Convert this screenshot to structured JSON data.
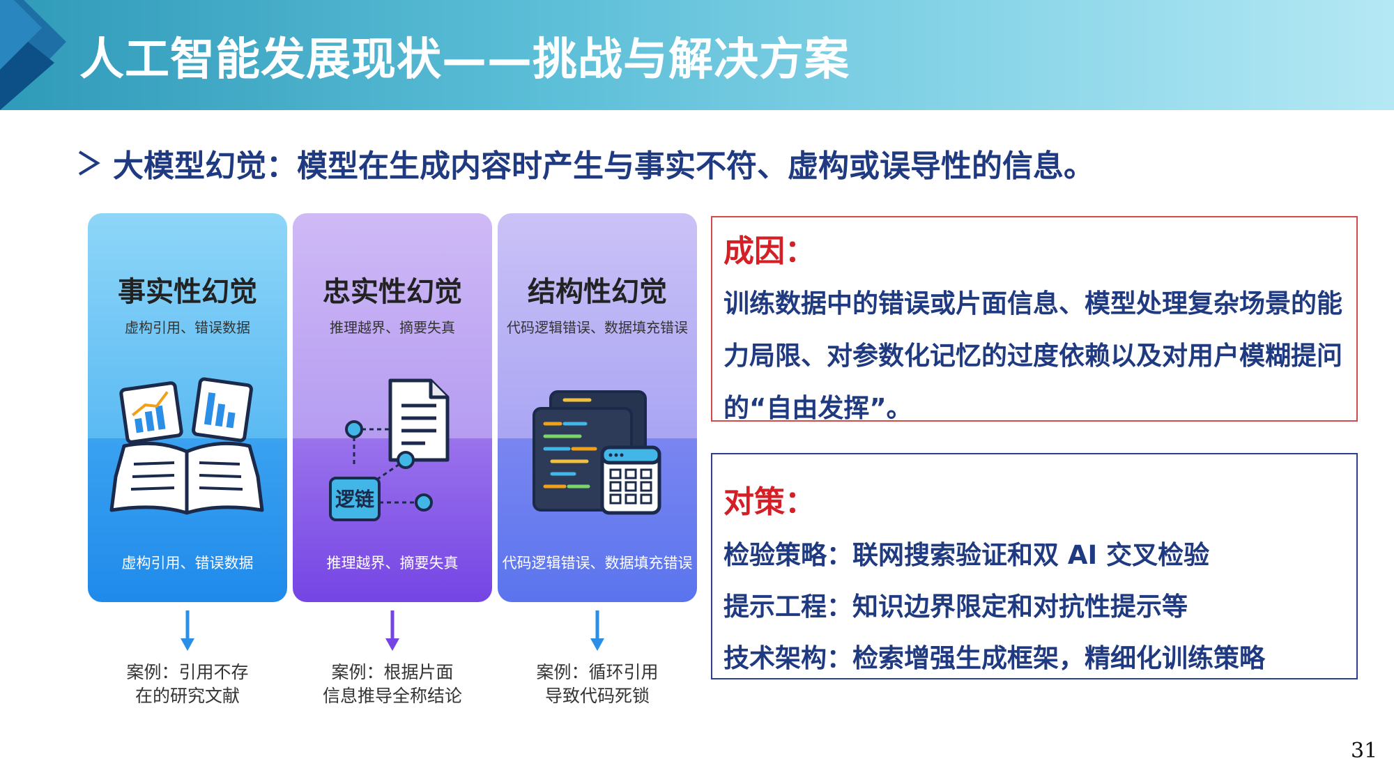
{
  "slide": {
    "title": "人工智能发展现状——挑战与解决方案",
    "bullet": "大模型幻觉：模型在生成内容时产生与事实不符、虚构或误导性的信息。",
    "page_number": "31"
  },
  "cards": [
    {
      "name": "事实性幻觉",
      "sub": "虚构引用、错误数据",
      "bottom": "虚构引用、错误数据",
      "icon": "charts-book-icon",
      "case_line1": "案例：引用不存",
      "case_line2": "在的研究文献",
      "colors": {
        "top": "#8fd4f7",
        "bottom": "#2b97ef"
      }
    },
    {
      "name": "忠实性幻觉",
      "sub": "推理越界、摘要失真",
      "bottom": "推理越界、摘要失真",
      "icon": "logic-chain-document-icon",
      "icon_label": "逻链",
      "case_line1": "案例：根据片面",
      "case_line2": "信息推导全称结论",
      "colors": {
        "top": "#c8b2f4",
        "bottom": "#7d4de6"
      }
    },
    {
      "name": "结构性幻觉",
      "sub": "代码逻辑错误、数据填充错误",
      "bottom": "代码逻辑错误、数据填充错误",
      "icon": "code-window-table-icon",
      "case_line1": "案例：循环引用",
      "case_line2": "导致代码死锁",
      "colors": {
        "top": "#c6c0f7",
        "bottom": "#5e77ef"
      }
    }
  ],
  "causes": {
    "title": "成因：",
    "text": "训练数据中的错误或片面信息、模型处理复杂场景的能力局限、对参数化记忆的过度依赖以及对用户模糊提问的“自由发挥”。"
  },
  "countermeasures": {
    "title": "对策：",
    "items": [
      "检验策略：联网搜索验证和双 AI 交叉检验",
      "提示工程：知识边界限定和对抗性提示等",
      "技术架构：检索增强生成框架，精细化训练策略"
    ]
  },
  "colors": {
    "title_text": "#ffffff",
    "body_text": "#1f3a80",
    "heading_red": "#d41f26",
    "cause_border": "#d24a4a",
    "counter_border": "#2a3f8f"
  }
}
